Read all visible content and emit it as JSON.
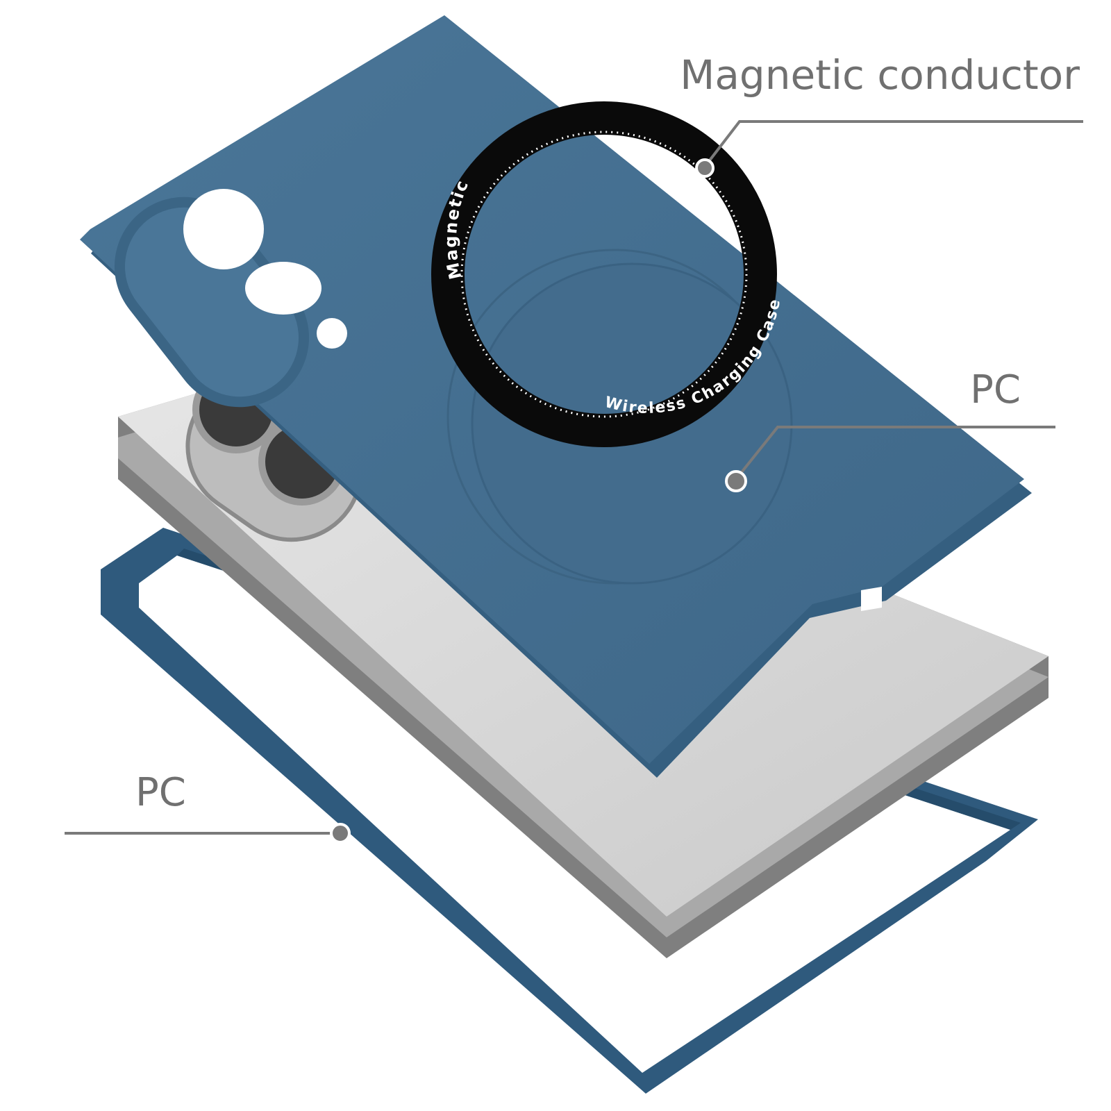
{
  "callouts": {
    "magnetic_conductor": "Magnetic conductor",
    "pc_back": "PC",
    "pc_frame": "PC"
  },
  "ring": {
    "top_text": "Magnetic",
    "bottom_text": "Wireless Charging Case"
  },
  "colors": {
    "case_blue": "#456e8f",
    "frame_blue": "#2f5a7d",
    "phone_silver": "#d6d6d6",
    "phone_edge": "#8c8c8c",
    "ring_black": "#0a0a0a",
    "callout_grey": "#7a7a7a"
  }
}
